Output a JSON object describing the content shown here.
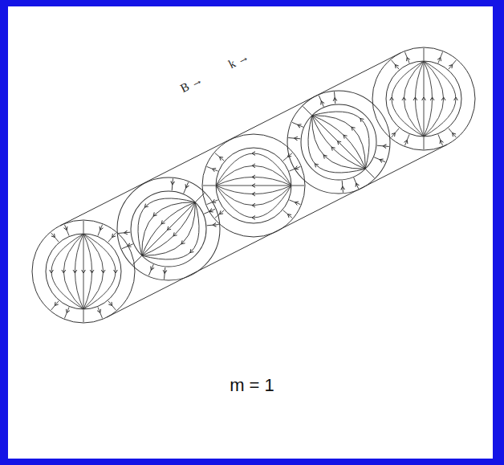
{
  "diagram": {
    "caption": "m = 1",
    "labels": [
      "B →",
      "k →"
    ]
  }
}
